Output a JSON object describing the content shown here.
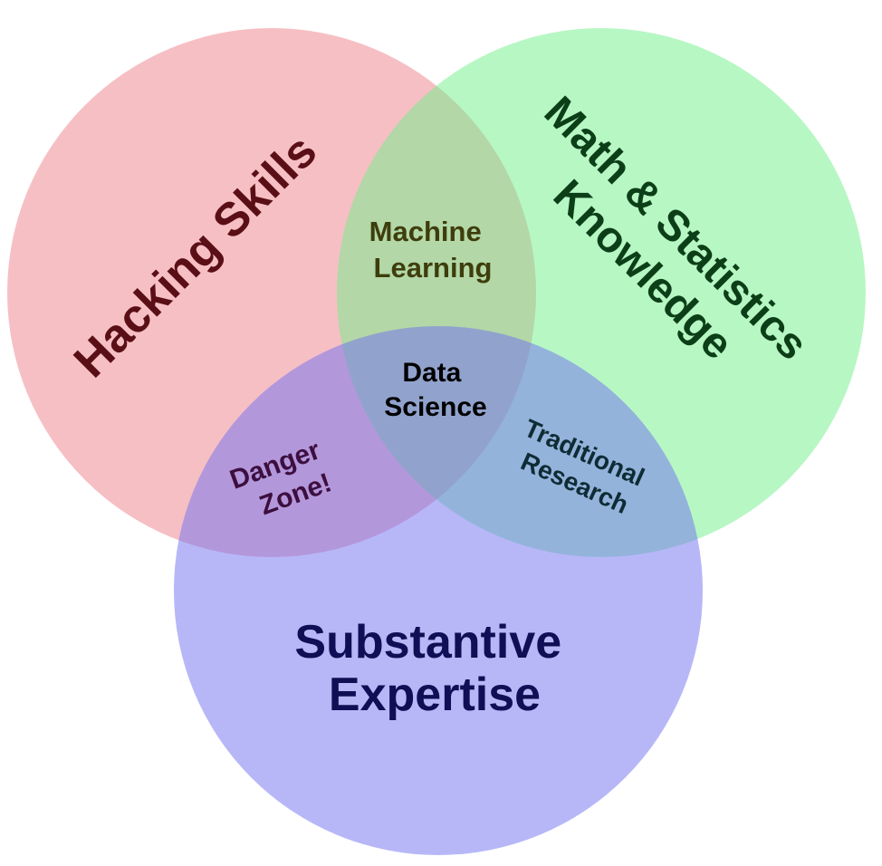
{
  "diagram": {
    "sets": [
      {
        "id": "hacking",
        "label_lines": [
          "Hacking Skills"
        ],
        "fill": "#ee7f89",
        "text_color": "#5a0f16"
      },
      {
        "id": "math",
        "label_lines": [
          "Math & Statistics",
          "Knowledge"
        ],
        "fill": "#6ff08a",
        "text_color": "#0c3f18"
      },
      {
        "id": "substantive",
        "label_lines": [
          "Substantive",
          "Expertise"
        ],
        "fill": "#6f6ff2",
        "text_color": "#0f0f55"
      }
    ],
    "intersections": [
      {
        "id": "machine-learning",
        "sets": [
          "hacking",
          "math"
        ],
        "label_lines": [
          "Machine",
          "Learning"
        ],
        "text_color": "#3e3d0c"
      },
      {
        "id": "danger-zone",
        "sets": [
          "hacking",
          "substantive"
        ],
        "label_lines": [
          "Danger",
          "Zone!"
        ],
        "text_color": "#3c0f3f"
      },
      {
        "id": "traditional-research",
        "sets": [
          "math",
          "substantive"
        ],
        "label_lines": [
          "Traditional",
          "Research"
        ],
        "text_color": "#0f2c35"
      },
      {
        "id": "data-science",
        "sets": [
          "hacking",
          "math",
          "substantive"
        ],
        "label_lines": [
          "Data",
          "Science"
        ],
        "text_color": "#000000"
      }
    ]
  }
}
